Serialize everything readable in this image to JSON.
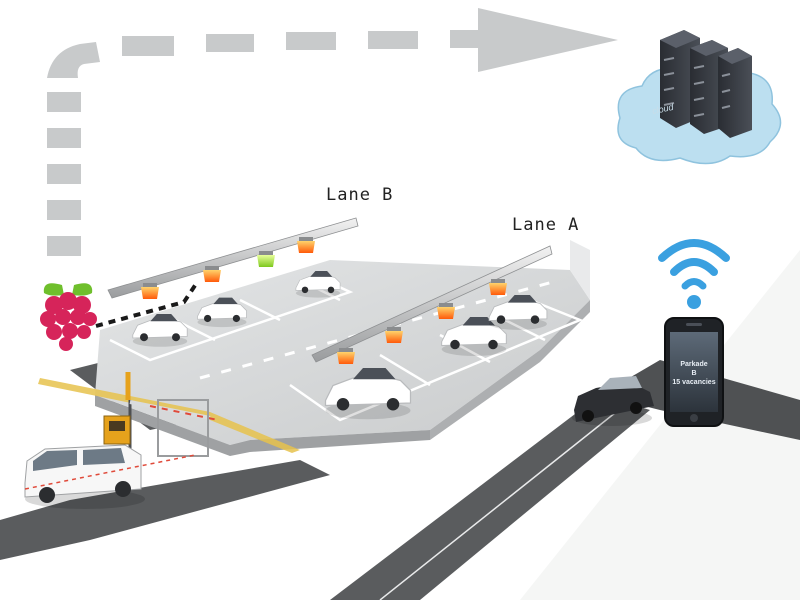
{
  "labels": {
    "lane_b": "Lane B",
    "lane_a": "Lane A"
  },
  "phone": {
    "line1": "Parkade",
    "line2": "B",
    "line3": "15 vacancies"
  },
  "cloud": {
    "text": "cloud"
  },
  "colors": {
    "arrow": "#c8cacb",
    "lot": "#d3d5d6",
    "road": "#5a5c5e",
    "light_red": "#ff7a1a",
    "light_green": "#a6e22e",
    "wifi": "#3aa0e0",
    "cloud": "#bcdff0",
    "raspberry": "#d6245a"
  }
}
